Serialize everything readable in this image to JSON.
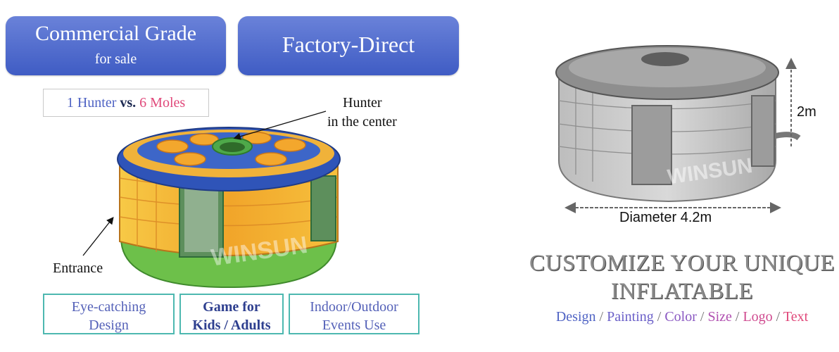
{
  "badges": {
    "grade": {
      "line1": "Commercial Grade",
      "line2": "for sale"
    },
    "factory": {
      "label": "Factory-Direct"
    }
  },
  "versus": {
    "hunter": "1 Hunter",
    "vs": "vs.",
    "moles": "6 Moles"
  },
  "annotations": {
    "hunter_line1": "Hunter",
    "hunter_line2": "in the center",
    "entrance": "Entrance"
  },
  "features": [
    {
      "line1": "Eye-catching",
      "line2": "Design"
    },
    {
      "line1": "Game for",
      "line2": "Kids / Adults"
    },
    {
      "line1": "Indoor/Outdoor",
      "line2": "Events Use"
    }
  ],
  "dimensions": {
    "height": "2m",
    "diameter": "Diameter 4.2m"
  },
  "brand_watermark": "WINSUN",
  "slogan": {
    "line1": "CUSTOMIZE YOUR UNIQUE",
    "line2": "INFLATABLE"
  },
  "options": [
    {
      "label": "Design",
      "color": "#4f63c4"
    },
    {
      "label": "Painting",
      "color": "#6a5fc8"
    },
    {
      "label": "Color",
      "color": "#8a58c2"
    },
    {
      "label": "Size",
      "color": "#b04fb0"
    },
    {
      "label": "Logo",
      "color": "#cf4a8f"
    },
    {
      "label": "Text",
      "color": "#e0487a"
    }
  ],
  "options_separator": "/",
  "colors": {
    "badge_blue": "#4a66cc",
    "feature_border": "#4db8b0",
    "inflatable_blue": "#2f54b8",
    "inflatable_yellow": "#f4b52a",
    "inflatable_orange": "#e9762b",
    "inflatable_green": "#6dc04a"
  }
}
